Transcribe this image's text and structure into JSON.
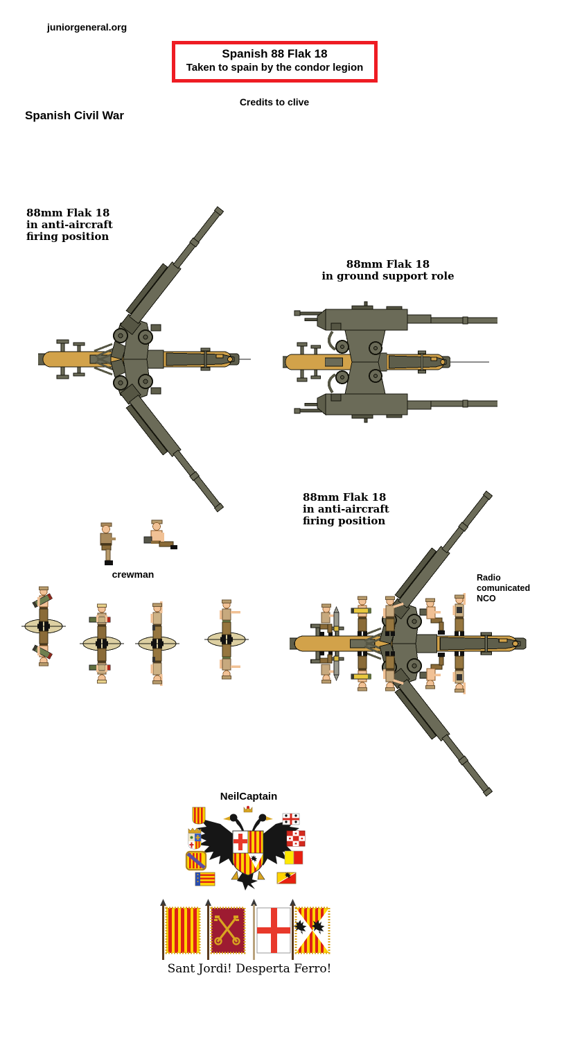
{
  "header": {
    "site_name": "juniorgeneral.org",
    "title": "Spanish 88 Flak 18",
    "subtitle": "Taken to spain by the condor legion",
    "credits": "Credits to clive",
    "war_title": "Spanish Civil War"
  },
  "sections": {
    "gun_aa_left": {
      "caption_lines": [
        "88mm Flak 18",
        "in anti-aircraft",
        "firing position"
      ]
    },
    "gun_ground_support": {
      "caption_lines": [
        "88mm Flak 18",
        "in ground support role"
      ]
    },
    "gun_aa_crewed": {
      "caption_lines": [
        "88mm Flak 18",
        "in anti-aircraft",
        "firing position"
      ]
    },
    "crew": {
      "crewman_label": "crewman",
      "nco_label_lines": [
        "Radio",
        "comunicated",
        "NCO"
      ]
    },
    "heraldry": {
      "credit": "NeilCaptain",
      "motto": "Sant Jordi! Desperta Ferro!"
    }
  },
  "colors": {
    "accent_border_red": "#ee1c23",
    "gun_olive": "#6b6b58",
    "gun_olive_dark": "#565644",
    "platform_tan": "#d2a24a",
    "figure_base_cream": "#ddd0a2",
    "skin": "#f1c195",
    "uniform_khaki": "#c7a97e",
    "trousers_brown": "#8a6b38",
    "flag_crimson": "#9d1b31",
    "flag_yellow": "#ffd400",
    "flag_red": "#dd2016",
    "cross_red": "#e8392b",
    "fringe_gold": "#d9a520",
    "eagle_black": "#161616"
  }
}
